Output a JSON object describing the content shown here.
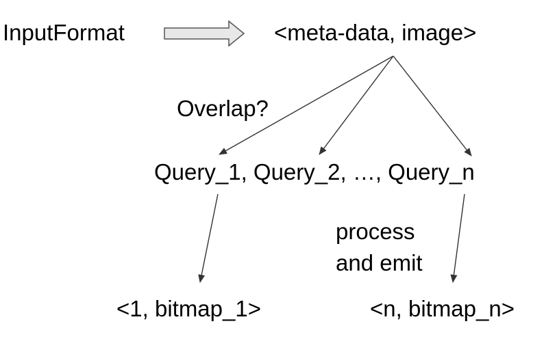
{
  "nodes": {
    "input_format": "InputFormat",
    "meta_image": "<meta-data, image>",
    "queries": "Query_1, Query_2, …, Query_n",
    "bitmap_1": "<1, bitmap_1>",
    "bitmap_n": "<n, bitmap_n>"
  },
  "edge_labels": {
    "overlap": "Overlap?",
    "process_line1": "process",
    "process_line2": "and emit"
  },
  "colors": {
    "text": "#000000",
    "arrow_stroke": "#333333",
    "block_arrow_fill": "#e8e8e8",
    "block_arrow_stroke": "#555555"
  }
}
